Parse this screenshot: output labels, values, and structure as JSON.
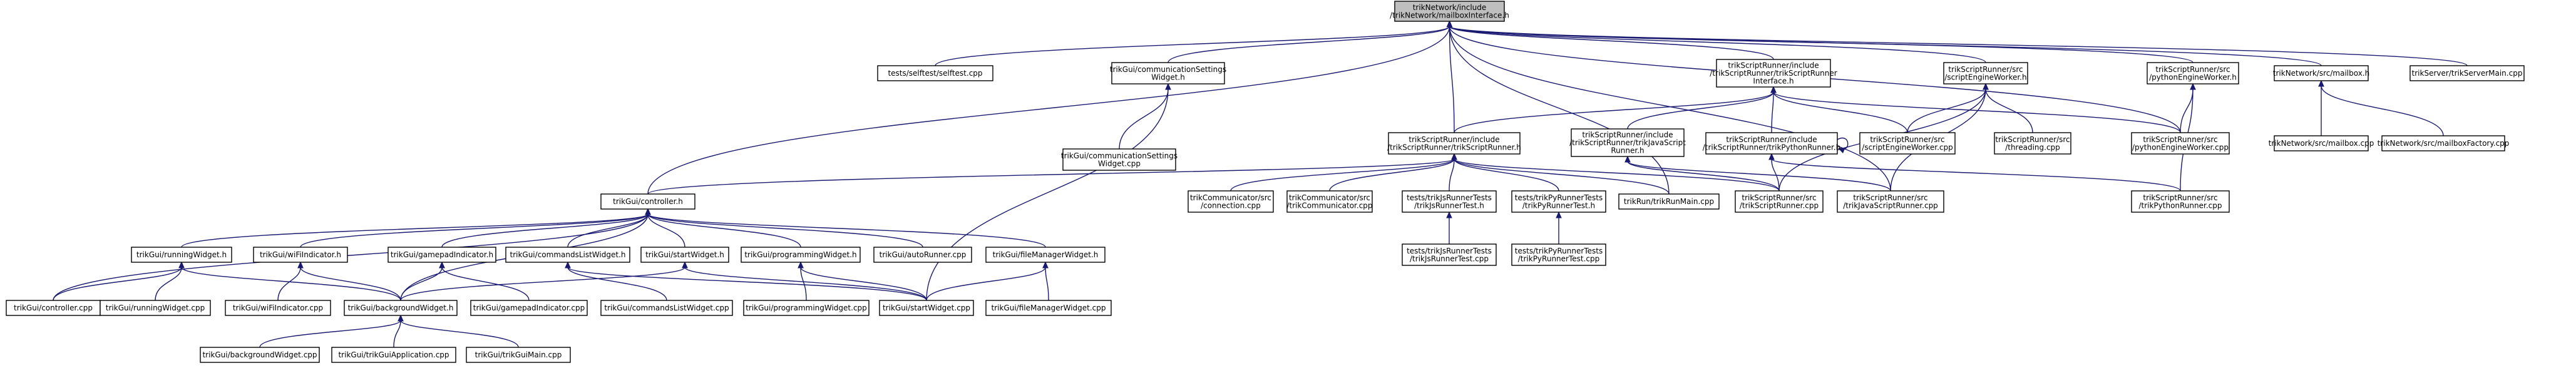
{
  "diagram": {
    "colors": {
      "edge": "#191970",
      "root_fill": "#bfbfbf",
      "node_fill": "#ffffff",
      "border": "#000000"
    },
    "nodes": [
      {
        "id": "root",
        "lines": [
          "trikNetwork/include",
          "/trikNetwork/mailboxInterface.h"
        ],
        "root": true
      },
      {
        "id": "selftest",
        "lines": [
          "tests/selftest/selftest.cpp"
        ]
      },
      {
        "id": "commSettingsH",
        "lines": [
          "trikGui/communicationSettings",
          "Widget.h"
        ]
      },
      {
        "id": "commSettingsCpp",
        "lines": [
          "trikGui/communicationSettings",
          "Widget.cpp"
        ]
      },
      {
        "id": "controllerH",
        "lines": [
          "trikGui/controller.h"
        ]
      },
      {
        "id": "controllerCpp",
        "lines": [
          "trikGui/controller.cpp"
        ]
      },
      {
        "id": "runningH",
        "lines": [
          "trikGui/runningWidget.h"
        ]
      },
      {
        "id": "runningCpp",
        "lines": [
          "trikGui/runningWidget.cpp"
        ]
      },
      {
        "id": "wifiH",
        "lines": [
          "trikGui/wiFiIndicator.h"
        ]
      },
      {
        "id": "wifiCpp",
        "lines": [
          "trikGui/wiFiIndicator.cpp"
        ]
      },
      {
        "id": "gamepadH",
        "lines": [
          "trikGui/gamepadIndicator.h"
        ]
      },
      {
        "id": "gamepadCpp",
        "lines": [
          "trikGui/gamepadIndicator.cpp"
        ]
      },
      {
        "id": "commandsH",
        "lines": [
          "trikGui/commandsListWidget.h"
        ]
      },
      {
        "id": "commandsCpp",
        "lines": [
          "trikGui/commandsListWidget.cpp"
        ]
      },
      {
        "id": "startH",
        "lines": [
          "trikGui/startWidget.h"
        ]
      },
      {
        "id": "startCpp",
        "lines": [
          "trikGui/startWidget.cpp"
        ]
      },
      {
        "id": "programmingH",
        "lines": [
          "trikGui/programmingWidget.h"
        ]
      },
      {
        "id": "programmingCpp",
        "lines": [
          "trikGui/programmingWidget.cpp"
        ]
      },
      {
        "id": "autoRunner",
        "lines": [
          "trikGui/autoRunner.cpp"
        ]
      },
      {
        "id": "fileManagerH",
        "lines": [
          "trikGui/fileManagerWidget.h"
        ]
      },
      {
        "id": "fileManagerCpp",
        "lines": [
          "trikGui/fileManagerWidget.cpp"
        ]
      },
      {
        "id": "backgroundH",
        "lines": [
          "trikGui/backgroundWidget.h"
        ]
      },
      {
        "id": "backgroundCpp",
        "lines": [
          "trikGui/backgroundWidget.cpp"
        ]
      },
      {
        "id": "guiApp",
        "lines": [
          "trikGui/trikGuiApplication.cpp"
        ]
      },
      {
        "id": "guiMain",
        "lines": [
          "trikGui/trikGuiMain.cpp"
        ]
      },
      {
        "id": "srIface",
        "lines": [
          "trikScriptRunner/include",
          "/trikScriptRunner/trikScriptRunner",
          "Interface.h"
        ]
      },
      {
        "id": "srH",
        "lines": [
          "trikScriptRunner/include",
          "/trikScriptRunner/trikScriptRunner.h"
        ]
      },
      {
        "id": "jsRunnerH",
        "lines": [
          "trikScriptRunner/include",
          "/trikScriptRunner/trikJavaScript",
          "Runner.h"
        ]
      },
      {
        "id": "pyRunnerH",
        "lines": [
          "trikScriptRunner/include",
          "/trikScriptRunner/trikPythonRunner.h"
        ]
      },
      {
        "id": "sewCpp",
        "lines": [
          "trikScriptRunner/src",
          "/scriptEngineWorker.cpp"
        ]
      },
      {
        "id": "sewH",
        "lines": [
          "trikScriptRunner/src",
          "/scriptEngineWorker.h"
        ]
      },
      {
        "id": "threading",
        "lines": [
          "trikScriptRunner/src",
          "/threading.cpp"
        ]
      },
      {
        "id": "pewH",
        "lines": [
          "trikScriptRunner/src",
          "/pythonEngineWorker.h"
        ]
      },
      {
        "id": "pewCpp",
        "lines": [
          "trikScriptRunner/src",
          "/pythonEngineWorker.cpp"
        ]
      },
      {
        "id": "pyRunnerCpp",
        "lines": [
          "trikScriptRunner/src",
          "/trikPythonRunner.cpp"
        ]
      },
      {
        "id": "jsRunnerCpp",
        "lines": [
          "trikScriptRunner/src",
          "/trikJavaScriptRunner.cpp"
        ]
      },
      {
        "id": "srCpp",
        "lines": [
          "trikScriptRunner/src",
          "/trikScriptRunner.cpp"
        ]
      },
      {
        "id": "runMain",
        "lines": [
          "trikRun/trikRunMain.cpp"
        ]
      },
      {
        "id": "commConn",
        "lines": [
          "trikCommunicator/src",
          "/connection.cpp"
        ]
      },
      {
        "id": "commComm",
        "lines": [
          "trikCommunicator/src",
          "/trikCommunicator.cpp"
        ]
      },
      {
        "id": "jsTestH",
        "lines": [
          "tests/trikJsRunnerTests",
          "/trikJsRunnerTest.h"
        ]
      },
      {
        "id": "jsTestCpp",
        "lines": [
          "tests/trikJsRunnerTests",
          "/trikJsRunnerTest.cpp"
        ]
      },
      {
        "id": "pyTestH",
        "lines": [
          "tests/trikPyRunnerTests",
          "/trikPyRunnerTest.h"
        ]
      },
      {
        "id": "pyTestCpp",
        "lines": [
          "tests/trikPyRunnerTests",
          "/trikPyRunnerTest.cpp"
        ]
      },
      {
        "id": "mailboxH",
        "lines": [
          "trikNetwork/src/mailbox.h"
        ]
      },
      {
        "id": "mailboxCpp",
        "lines": [
          "trikNetwork/src/mailbox.cpp"
        ]
      },
      {
        "id": "mailboxFactory",
        "lines": [
          "trikNetwork/src/mailboxFactory.cpp"
        ]
      },
      {
        "id": "serverMain",
        "lines": [
          "trikServer/trikServerMain.cpp"
        ]
      }
    ],
    "edges": [
      [
        "selftest",
        "root"
      ],
      [
        "commSettingsH",
        "root"
      ],
      [
        "controllerH",
        "root"
      ],
      [
        "srIface",
        "root"
      ],
      [
        "srH",
        "root"
      ],
      [
        "runMain",
        "root"
      ],
      [
        "jsRunnerCpp",
        "root"
      ],
      [
        "sewH",
        "root"
      ],
      [
        "pewH",
        "root"
      ],
      [
        "pewCpp",
        "root"
      ],
      [
        "mailboxH",
        "root"
      ],
      [
        "serverMain",
        "root"
      ],
      [
        "commSettingsCpp",
        "commSettingsH"
      ],
      [
        "startCpp",
        "commSettingsH"
      ],
      [
        "srH",
        "srIface"
      ],
      [
        "jsRunnerH",
        "srIface"
      ],
      [
        "pyRunnerH",
        "srIface"
      ],
      [
        "sewCpp",
        "srIface"
      ],
      [
        "pewCpp",
        "srIface"
      ],
      [
        "sewCpp",
        "sewH"
      ],
      [
        "threading",
        "sewH"
      ],
      [
        "jsRunnerCpp",
        "sewH"
      ],
      [
        "srCpp",
        "sewH"
      ],
      [
        "pewCpp",
        "pewH"
      ],
      [
        "pyRunnerCpp",
        "pewH"
      ],
      [
        "mailboxCpp",
        "mailboxH"
      ],
      [
        "mailboxFactory",
        "mailboxH"
      ],
      [
        "controllerH",
        "srH"
      ],
      [
        "commConn",
        "srH"
      ],
      [
        "commComm",
        "srH"
      ],
      [
        "jsTestH",
        "srH"
      ],
      [
        "pyTestH",
        "srH"
      ],
      [
        "runMain",
        "srH"
      ],
      [
        "srCpp",
        "srH"
      ],
      [
        "jsRunnerCpp",
        "jsRunnerH"
      ],
      [
        "srCpp",
        "jsRunnerH"
      ],
      [
        "pyRunnerH",
        "pyRunnerH"
      ],
      [
        "srCpp",
        "pyRunnerH"
      ],
      [
        "pyRunnerCpp",
        "pyRunnerH"
      ],
      [
        "jsTestCpp",
        "jsTestH"
      ],
      [
        "pyTestCpp",
        "pyTestH"
      ],
      [
        "controllerCpp",
        "controllerH"
      ],
      [
        "runningH",
        "controllerH"
      ],
      [
        "wifiH",
        "controllerH"
      ],
      [
        "gamepadH",
        "controllerH"
      ],
      [
        "commandsH",
        "controllerH"
      ],
      [
        "startH",
        "controllerH"
      ],
      [
        "programmingH",
        "controllerH"
      ],
      [
        "autoRunner",
        "controllerH"
      ],
      [
        "fileManagerH",
        "controllerH"
      ],
      [
        "backgroundH",
        "controllerH"
      ],
      [
        "controllerCpp",
        "runningH"
      ],
      [
        "runningCpp",
        "runningH"
      ],
      [
        "backgroundH",
        "runningH"
      ],
      [
        "wifiCpp",
        "wifiH"
      ],
      [
        "backgroundH",
        "wifiH"
      ],
      [
        "gamepadCpp",
        "gamepadH"
      ],
      [
        "backgroundH",
        "gamepadH"
      ],
      [
        "commandsCpp",
        "commandsH"
      ],
      [
        "startCpp",
        "commandsH"
      ],
      [
        "backgroundH",
        "startH"
      ],
      [
        "startCpp",
        "startH"
      ],
      [
        "programmingCpp",
        "programmingH"
      ],
      [
        "startCpp",
        "programmingH"
      ],
      [
        "fileManagerCpp",
        "fileManagerH"
      ],
      [
        "startCpp",
        "fileManagerH"
      ],
      [
        "backgroundCpp",
        "backgroundH"
      ],
      [
        "guiApp",
        "backgroundH"
      ],
      [
        "guiMain",
        "backgroundH"
      ]
    ]
  }
}
